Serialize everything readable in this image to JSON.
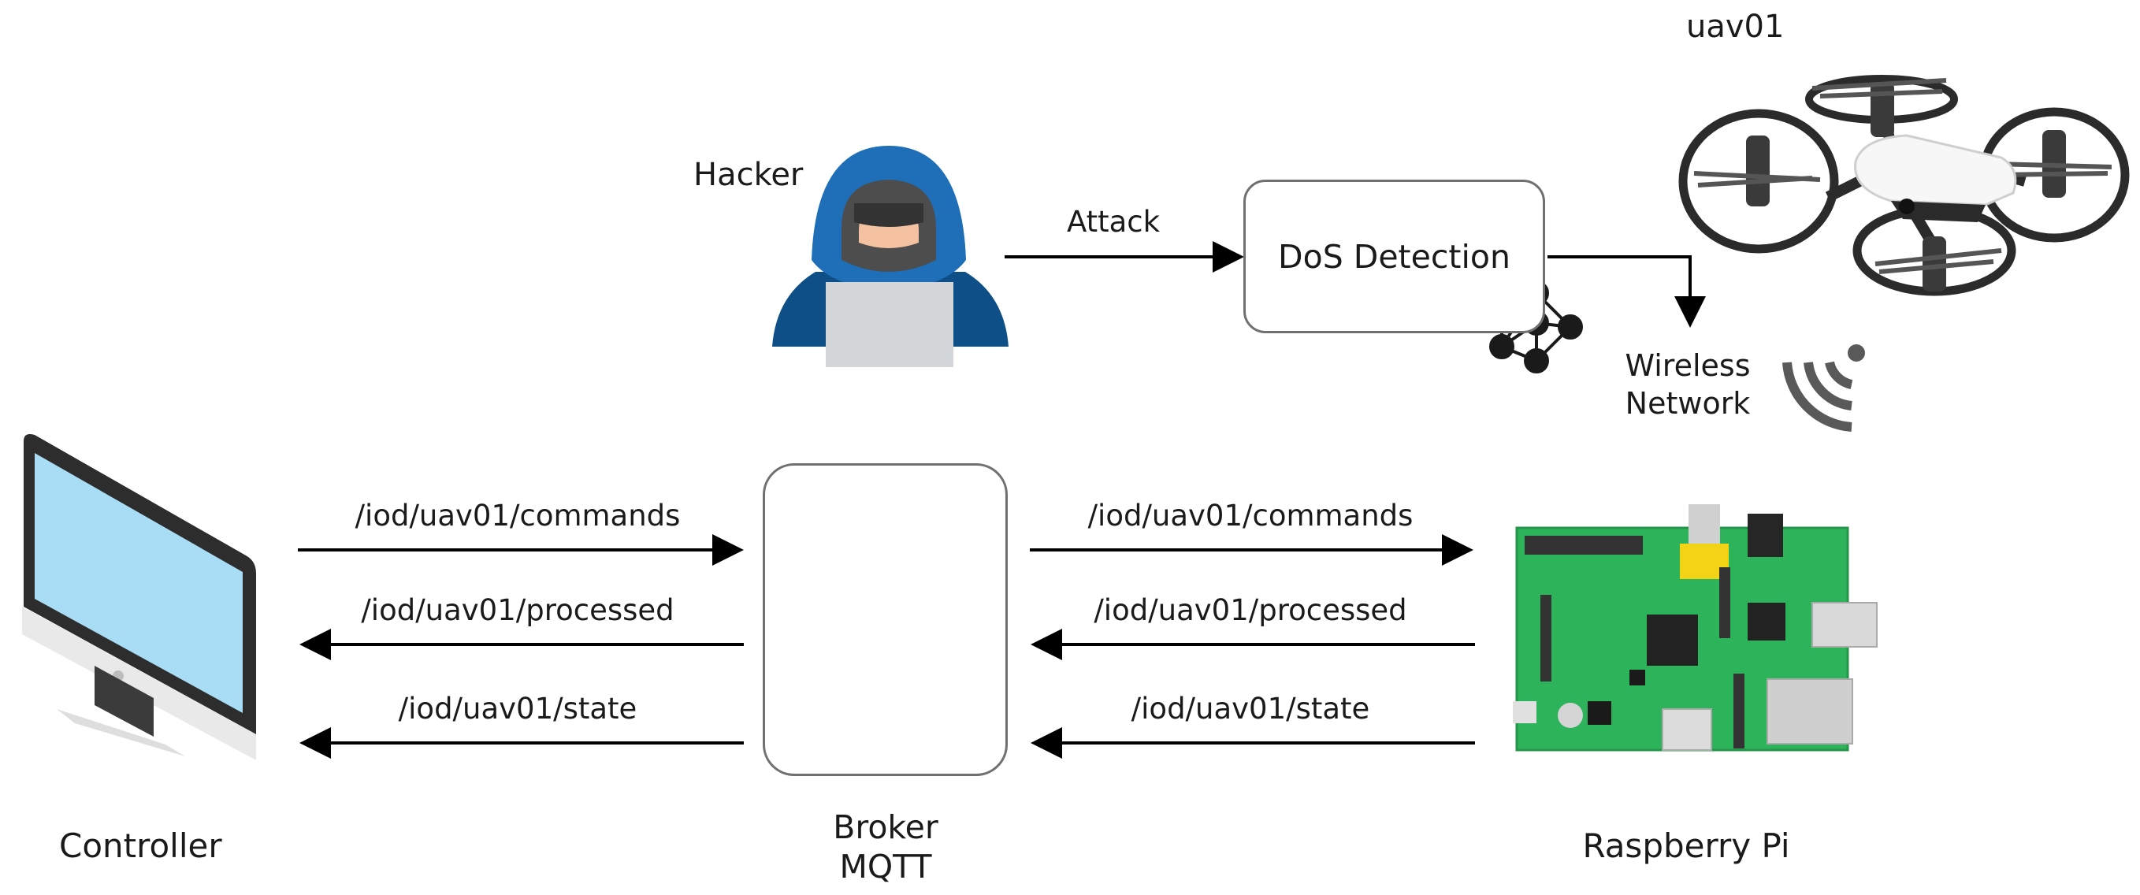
{
  "nodes": {
    "uav": "uav01",
    "hacker": "Hacker",
    "dos": "DoS Detection",
    "wireless": [
      "Wireless",
      "Network"
    ],
    "controller": "Controller",
    "broker": [
      "Broker",
      "MQTT"
    ],
    "raspberry": "Raspberry Pi"
  },
  "edges": {
    "attack": "Attack",
    "left": [
      "/iod/uav01/commands",
      "/iod/uav01/processed",
      "/iod/uav01/state"
    ],
    "right": [
      "/iod/uav01/commands",
      "/iod/uav01/processed",
      "/iod/uav01/state"
    ]
  },
  "colors": {
    "arrow": "#000000",
    "box_border": "#707070",
    "hood": "#1e6fb8",
    "hood_dark": "#0d4f86",
    "screen": "#a8ddf5",
    "board": "#2db35a",
    "mqtt_blue": "#2f4f8a",
    "mqtt_orange": "#f08a1c"
  }
}
